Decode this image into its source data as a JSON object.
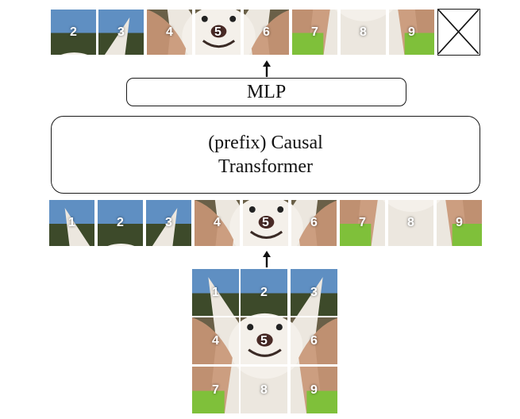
{
  "mlp": {
    "label": "MLP"
  },
  "transformer": {
    "line1": "(prefix) Causal",
    "line2": "Transformer"
  },
  "image_grid": {
    "labels": [
      "1",
      "2",
      "3",
      "4",
      "5",
      "6",
      "7",
      "8",
      "9"
    ]
  },
  "input_sequence": {
    "labels": [
      "1",
      "2",
      "3",
      "4",
      "5",
      "6",
      "7",
      "8",
      "9"
    ]
  },
  "output_sequence": {
    "labels": [
      "2",
      "3",
      "4",
      "5",
      "6",
      "7",
      "8",
      "9"
    ],
    "end_token": "crossed-out-box"
  },
  "colors": {
    "sky": "#5f8fc2",
    "fur": "#ece7df",
    "trees": "#3d4a2a",
    "hand": "#c99676",
    "green": "#7fc03a",
    "nose": "#4a2a26"
  }
}
